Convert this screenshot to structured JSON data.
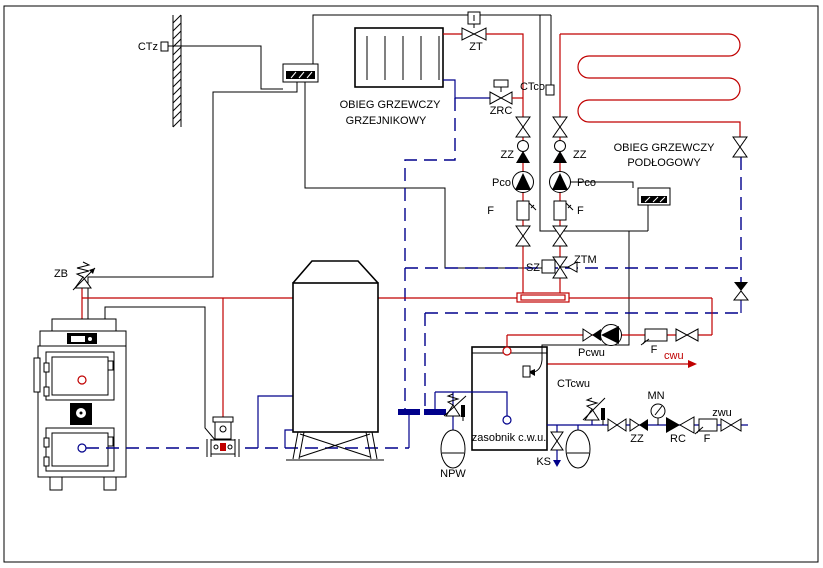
{
  "colors": {
    "supply": "#c00000",
    "return": "#00008b",
    "wire": "#000000"
  },
  "labels": {
    "ctz": "CTz",
    "zt": "ZT",
    "ctco": "CTco",
    "zrc": "ZRC",
    "circuit_radiator_line1": "OBIEG GRZEWCZY",
    "circuit_radiator_line2": "GRZEJNIKOWY",
    "circuit_floor_line1": "OBIEG GRZEWCZY",
    "circuit_floor_line2": "PODŁOGOWY",
    "zz_left": "ZZ",
    "zz_right": "ZZ",
    "pco_left": "Pco",
    "pco_right": "Pco",
    "f_left": "F",
    "f_right": "F",
    "sz": "SZ",
    "ztm": "ZTM",
    "zb": "ZB",
    "pcwu": "Pcwu",
    "f_cwu": "F",
    "cwu": "cwu",
    "ctcwu": "CTcwu",
    "dhw_tank": "zasobnik c.w.u.",
    "npw": "NPW",
    "ks": "KS",
    "mn": "MN",
    "zz_cold": "ZZ",
    "rc": "RC",
    "f_cold": "F",
    "zwu": "zwu"
  }
}
